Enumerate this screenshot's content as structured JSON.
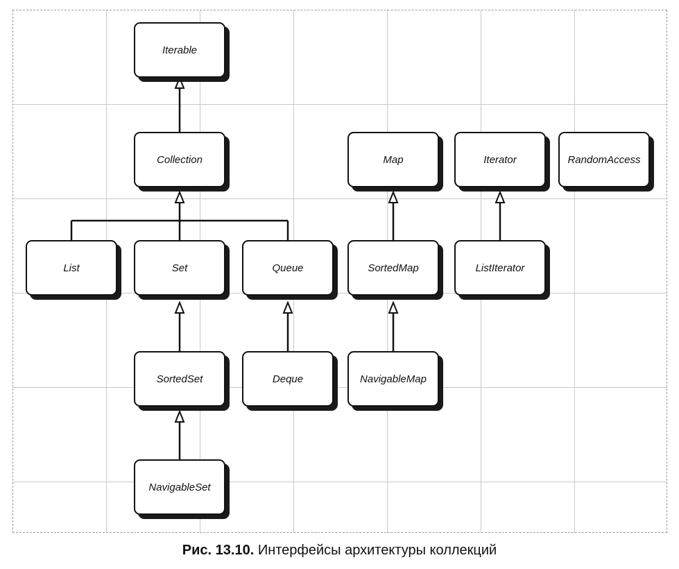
{
  "nodes": {
    "iterable": "Iterable",
    "collection": "Collection",
    "list": "List",
    "set": "Set",
    "queue": "Queue",
    "sorted_set": "SortedSet",
    "deque": "Deque",
    "navigable_set": "NavigableSet",
    "map": "Map",
    "sorted_map": "SortedMap",
    "navigable_map": "NavigableMap",
    "iterator": "Iterator",
    "list_iterator": "ListIterator",
    "random_access": "RandomAccess"
  },
  "caption": {
    "number": "Рис. 13.10.",
    "text": " Интерфейсы архитектуры коллекций"
  },
  "colors": {
    "line": "#111111",
    "grid": "#c9c9c9"
  }
}
